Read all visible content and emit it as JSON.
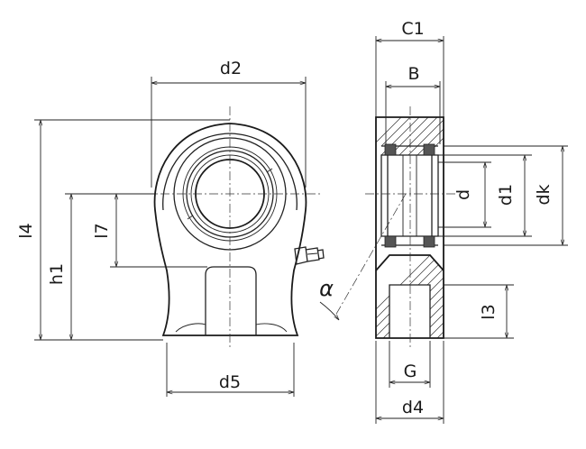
{
  "labels": {
    "d2": "d2",
    "d5": "d5",
    "l4": "l4",
    "h1": "h1",
    "l7": "l7",
    "c1": "C1",
    "b": "B",
    "d": "d",
    "d1": "d1",
    "dk": "dk",
    "alpha": "α",
    "l3": "l3",
    "g": "G",
    "d4": "d4"
  },
  "colors": {
    "line": "#1a1a1a",
    "background": "#ffffff"
  }
}
